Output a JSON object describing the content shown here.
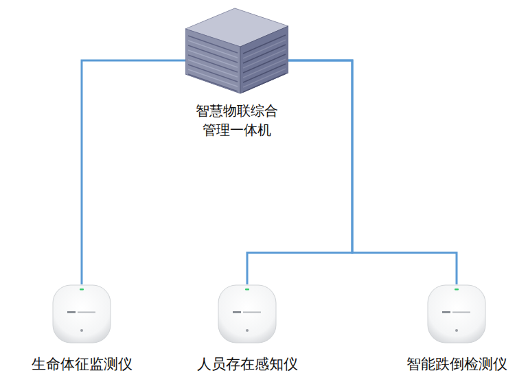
{
  "diagram": {
    "nodes": [
      {
        "text": [
          "智慧物联综合 管理一体机"
        ]
      },
      {
        "text": [
          "生命体征监测仪"
        ]
      },
      {
        "text": [
          "人员存在感知仪"
        ]
      },
      {
        "text": [
          "智能跌倒检测仪"
        ]
      }
    ],
    "edges": [
      {
        "from": 0,
        "to": 1,
        "arrow": "none"
      },
      {
        "from": 0,
        "to": 2,
        "arrow": "none"
      },
      {
        "from": 0,
        "to": 3,
        "arrow": "none"
      }
    ]
  }
}
